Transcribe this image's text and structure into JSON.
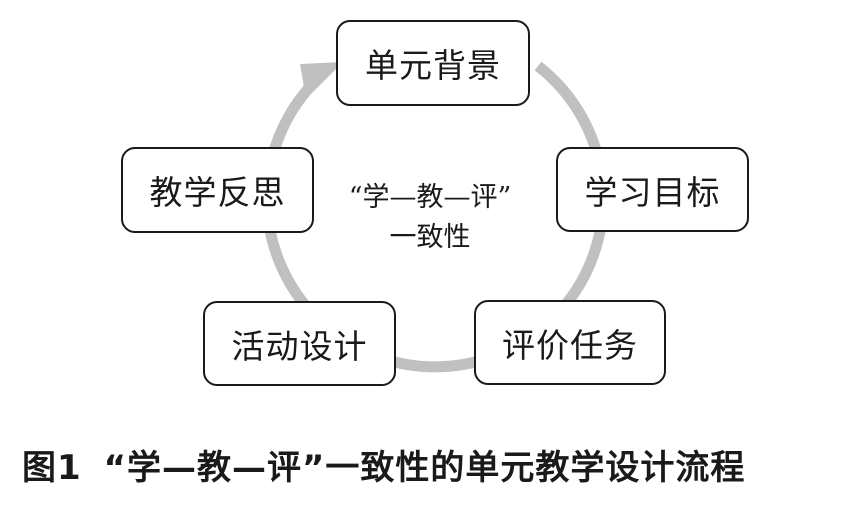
{
  "diagram": {
    "nodes": [
      {
        "id": "bg",
        "label": "单元背景"
      },
      {
        "id": "goal",
        "label": "学习目标"
      },
      {
        "id": "task",
        "label": "评价任务"
      },
      {
        "id": "act",
        "label": "活动设计"
      },
      {
        "id": "ref",
        "label": "教学反思"
      }
    ],
    "center": {
      "line1": "“学—教—评”",
      "line2": "一致性"
    },
    "arrow_color": "#c0c0c0"
  },
  "caption": {
    "figure_number": "图1",
    "title": "“学—教—评”一致性的单元教学设计流程"
  }
}
